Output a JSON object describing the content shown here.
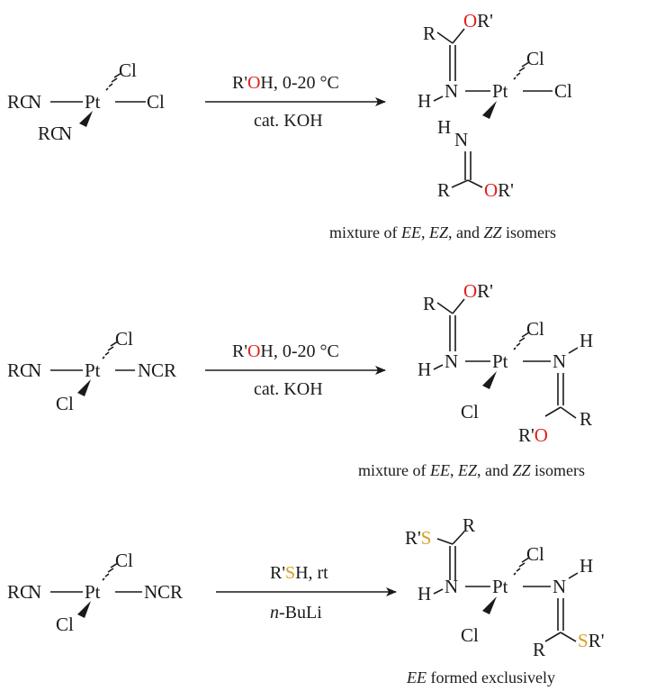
{
  "colors": {
    "ink": "#1a1a1a",
    "nitrogen": "#1e2fd6",
    "platinum": "#b03cb0",
    "chlorine": "#1f9a1f",
    "oxygen": "#e0201c",
    "sulfur": "#d8a020"
  },
  "atoms": {
    "pt": "Pt",
    "cl": "Cl",
    "n": "N",
    "o": "O",
    "s": "S",
    "r": "R",
    "rc": "RC",
    "h": "H",
    "c_r": "CR",
    "r_prime": "R'",
    "prime": "'",
    "h_suffix": "H"
  },
  "reactions": [
    {
      "conditions_top_prefix": "R'",
      "conditions_top_hetero": "O",
      "conditions_top_suffix": "H, 0-20 °C",
      "conditions_bottom": "cat. KOH",
      "caption": "mixture of EE, EZ, and ZZ isomers"
    },
    {
      "conditions_top_prefix": "R'",
      "conditions_top_hetero": "O",
      "conditions_top_suffix": "H, 0-20 °C",
      "conditions_bottom": "cat. KOH",
      "caption": "mixture of EE, EZ, and ZZ isomers"
    },
    {
      "conditions_top_prefix": "R'",
      "conditions_top_hetero": "S",
      "conditions_top_suffix": "H, rt",
      "conditions_bottom_italic": "n",
      "conditions_bottom": "-BuLi",
      "caption_italic": "EE",
      "caption": " formed exclusively"
    }
  ],
  "caption_parts": {
    "mixture_of": "mixture of ",
    "ee": "EE",
    "comma1": ", ",
    "ez": "EZ",
    "comma_and": ", and ",
    "zz": "ZZ",
    "isomers": " isomers"
  }
}
